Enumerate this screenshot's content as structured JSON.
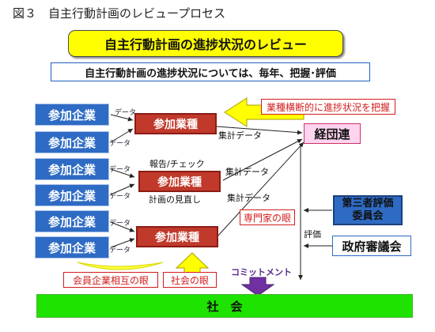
{
  "figure_title": "図３　自主行動計画のレビュープロセス",
  "banner": "自主行動計画の進捗状況のレビュー",
  "subbanner": "自主行動計画の進捗状況については、毎年、把握･評価",
  "companies": [
    "参加企業",
    "参加企業",
    "参加企業",
    "参加企業",
    "参加企業",
    "参加企業"
  ],
  "industries": [
    "参加業種",
    "参加業種",
    "参加業種"
  ],
  "data_label": "データ",
  "report_label": "報告/チェック",
  "plan_review_label": "計画の見直し",
  "aggregate_label": "集計データ",
  "cross_industry_label": "業種横断的に進捗状況を把握",
  "keidanren": "経団連",
  "third_party": [
    "第三者評価",
    "委員会"
  ],
  "government": "政府審議会",
  "evaluation": "評価",
  "experts_eye": "専門家の眼",
  "members_eye": "会員企業相互の眼",
  "society_eye": "社会の眼",
  "commitment": "コミットメント",
  "society": "社　会",
  "colors": {
    "company_blue": "#2e6bc4",
    "industry_red": "#c0392b",
    "yellow": "#ffff00",
    "society_green": "#1ee200",
    "keidanren_pink": "#ffd4ef",
    "commitment_purple": "#7030a0",
    "outline_red": "#d21c1c"
  }
}
